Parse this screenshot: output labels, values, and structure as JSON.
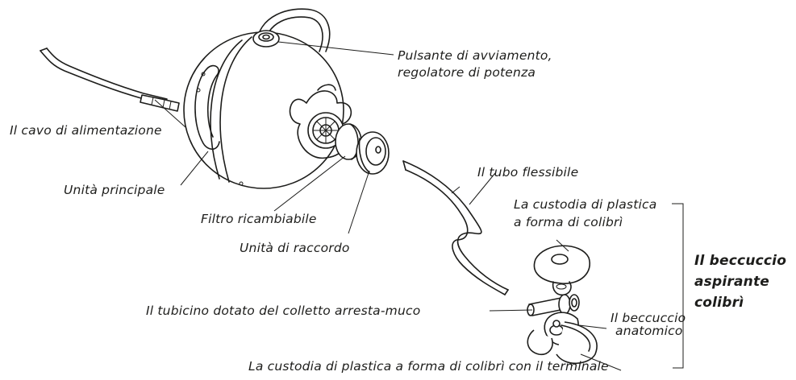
{
  "labels": {
    "start_button": [
      "Pulsante di avviamento,",
      "regolatore di potenza"
    ],
    "power_cable": "Il cavo di alimentazione",
    "main_unit": "Unità principale",
    "filter": "Filtro ricambiabile",
    "connector": "Unità di raccordo",
    "hose": "Il tubo flessibile",
    "case": [
      "La custodia di plastica",
      "a forma di colibrì"
    ],
    "nozzle_group": [
      "Il beccuccio",
      "aspirante",
      "colibrì"
    ],
    "tube_collar": "Il tubicino dotato del colletto arresta-muco",
    "anatomic_tip": [
      "Il beccuccio",
      "anatomico"
    ],
    "case_terminal": "La custodia di plastica a forma di colibrì con il terminale"
  }
}
